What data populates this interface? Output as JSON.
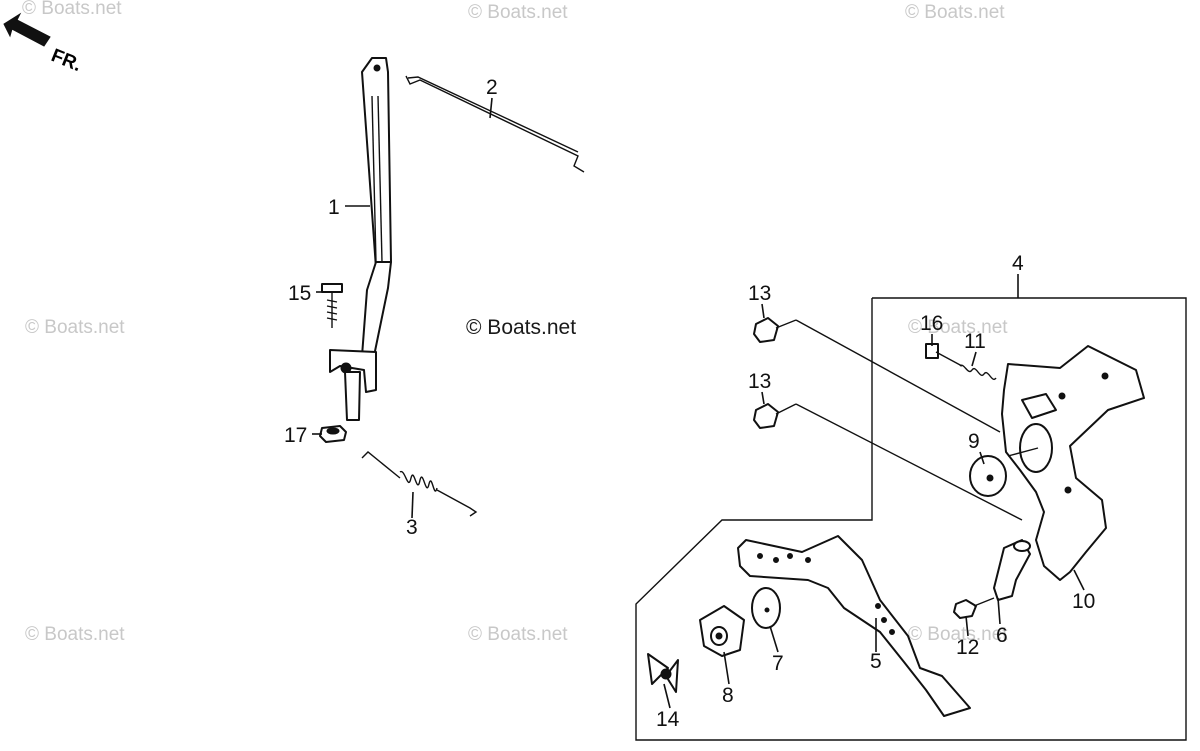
{
  "watermarks": {
    "main": "© Boats.net",
    "faint": [
      "© Boats.net",
      "© Boats.net",
      "© Boats.net",
      "© Boats.net",
      "© Boats.net",
      "© Boats.net",
      "© Boats.net",
      "© Boats.net"
    ]
  },
  "direction_label": "FR.",
  "callouts": {
    "c1": "1",
    "c2": "2",
    "c3": "3",
    "c4": "4",
    "c5": "5",
    "c6": "6",
    "c7": "7",
    "c8": "8",
    "c9": "9",
    "c10": "10",
    "c11": "11",
    "c12": "12",
    "c13a": "13",
    "c13b": "13",
    "c14": "14",
    "c15": "15",
    "c16": "16",
    "c17": "17"
  }
}
